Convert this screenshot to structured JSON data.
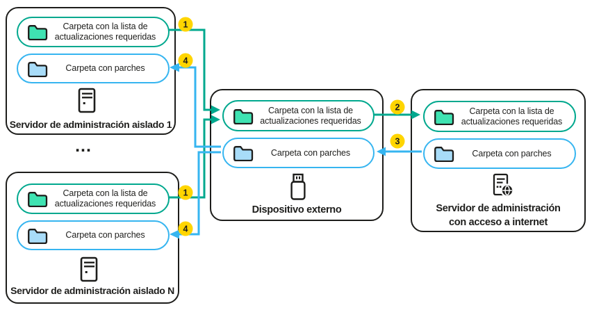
{
  "colors": {
    "ink": "#1D1D1B",
    "teal_line": "#00A88E",
    "teal_folder_fill": "#3FE3B2",
    "blue_line": "#36B5F0",
    "blue_folder_fill": "#A8DCF8",
    "badge_yellow": "#FFD500",
    "background": "#FFFFFF"
  },
  "folders": {
    "updates_label": "Carpeta con la lista de actualizaciones requeridas",
    "patches_label": "Carpeta con parches"
  },
  "nodes": {
    "isolated1": {
      "title": "Servidor de administración aislado 1"
    },
    "isolatedN": {
      "title": "Servidor de administración aislado N"
    },
    "external": {
      "title": "Dispositivo externo"
    },
    "internet": {
      "title": "Servidor de administración con acceso a internet"
    }
  },
  "steps": {
    "s1": "1",
    "s2": "2",
    "s3": "3",
    "s4": "4"
  },
  "ellipsis": "..."
}
